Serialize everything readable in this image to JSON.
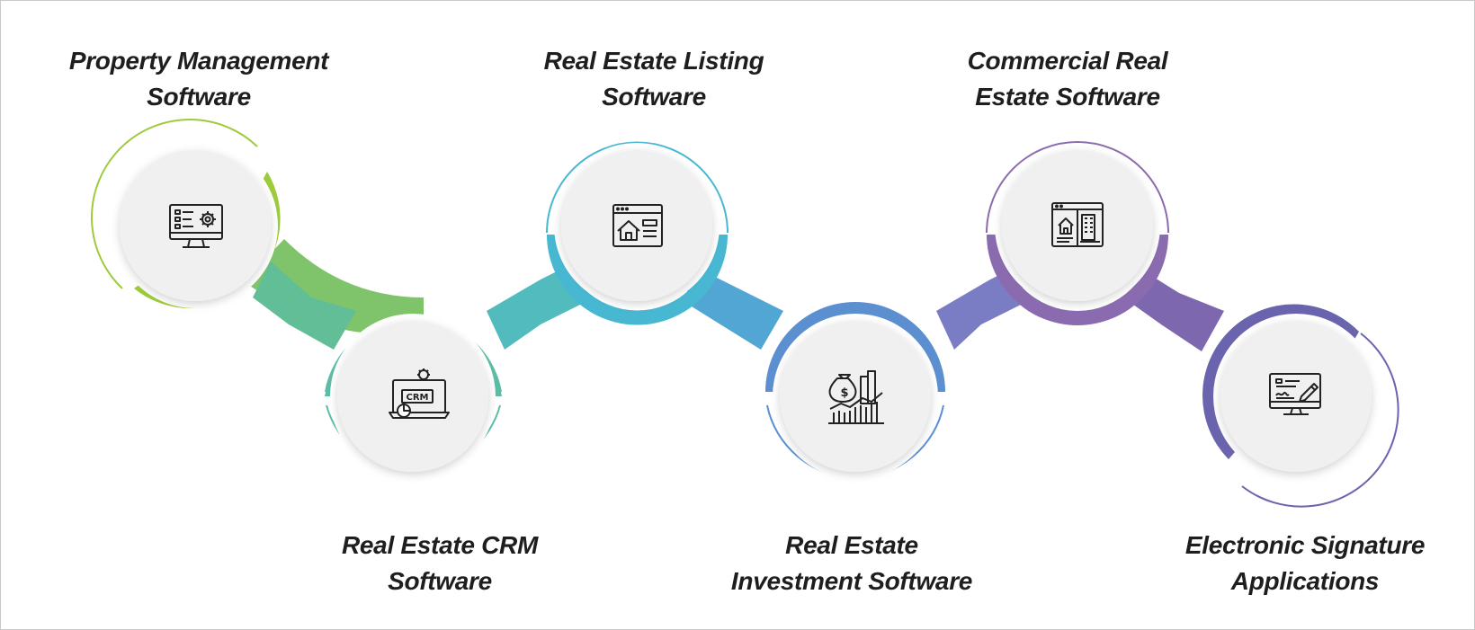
{
  "steps": [
    {
      "line1": "Property Management",
      "line2": "Software",
      "icon": "monitor-settings-icon",
      "color": "#9DCB3C"
    },
    {
      "line1": "Real Estate CRM",
      "line2": "Software",
      "icon": "crm-laptop-icon",
      "color": "#5DBCA6"
    },
    {
      "line1": "Real Estate Listing",
      "line2": "Software",
      "icon": "house-listing-browser-icon",
      "color": "#48B7D2"
    },
    {
      "line1": "Real Estate",
      "line2": "Investment Software",
      "icon": "investment-chart-icon",
      "color": "#5B8FD0"
    },
    {
      "line1": "Commercial Real",
      "line2": "Estate Software",
      "icon": "commercial-building-browser-icon",
      "color": "#8B6BAF"
    },
    {
      "line1": "Electronic Signature",
      "line2": "Applications",
      "icon": "signature-monitor-icon",
      "color": "#6A64AE"
    }
  ]
}
